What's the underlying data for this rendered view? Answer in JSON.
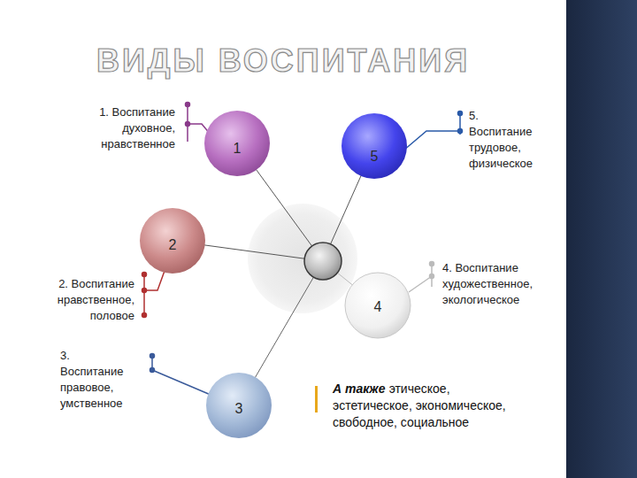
{
  "diagram": {
    "title": "ВИДЫ ВОСПИТАНИЯ",
    "nodes": [
      {
        "text": [
          "1"
        ]
      },
      {
        "text": [
          "5"
        ]
      },
      {
        "text": [
          "2"
        ]
      },
      {
        "text": [
          "4"
        ]
      },
      {
        "text": [
          "3"
        ]
      }
    ],
    "labels": [
      "1. Воспитание духовное, нравственное",
      "5. Воспитание трудовое, физическое",
      "2. Воспитание нравственное, половое",
      "4. Воспитание художественное, экологическое",
      "3. Воспитание правовое, умственное",
      "А также",
      "этическое, эстетическое, экономическое, свободное, социальное"
    ]
  }
}
